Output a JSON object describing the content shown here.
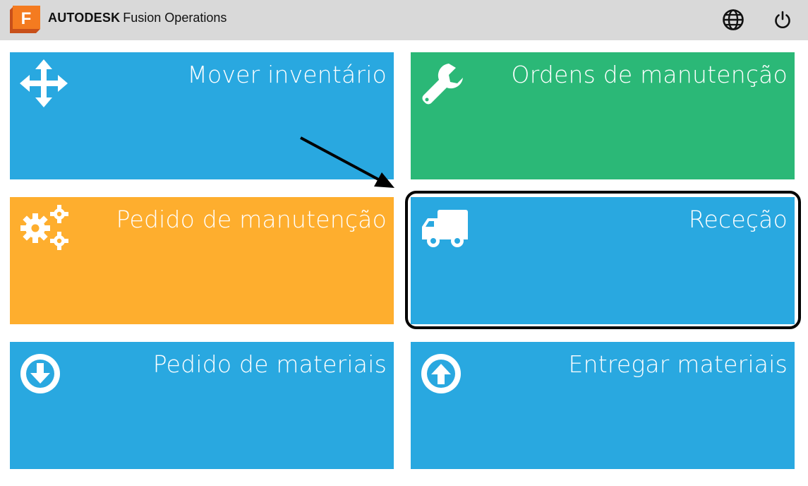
{
  "header": {
    "logo_letter": "F",
    "brand_bold": "AUTODESK",
    "brand_product": "Fusion Operations",
    "icons": [
      "globe-icon",
      "power-icon"
    ]
  },
  "tiles": [
    {
      "label": "Mover inventário",
      "icon": "move-arrows-icon",
      "color": "#29a8e0"
    },
    {
      "label": "Ordens de manutenção",
      "icon": "wrench-icon",
      "color": "#2bb877"
    },
    {
      "label": "Pedido de manutenção",
      "icon": "gears-icon",
      "color": "#feae2e"
    },
    {
      "label": "Receção",
      "icon": "truck-icon",
      "color": "#29a8e0"
    },
    {
      "label": "Pedido de materiais",
      "icon": "arrow-down-circle-icon",
      "color": "#29a8e0"
    },
    {
      "label": "Entregar materiais",
      "icon": "arrow-up-circle-icon",
      "color": "#29a8e0"
    }
  ],
  "colors": {
    "topbar": "#d9d9d9",
    "logo_orange": "#f47b20",
    "annotation": "#000000"
  }
}
